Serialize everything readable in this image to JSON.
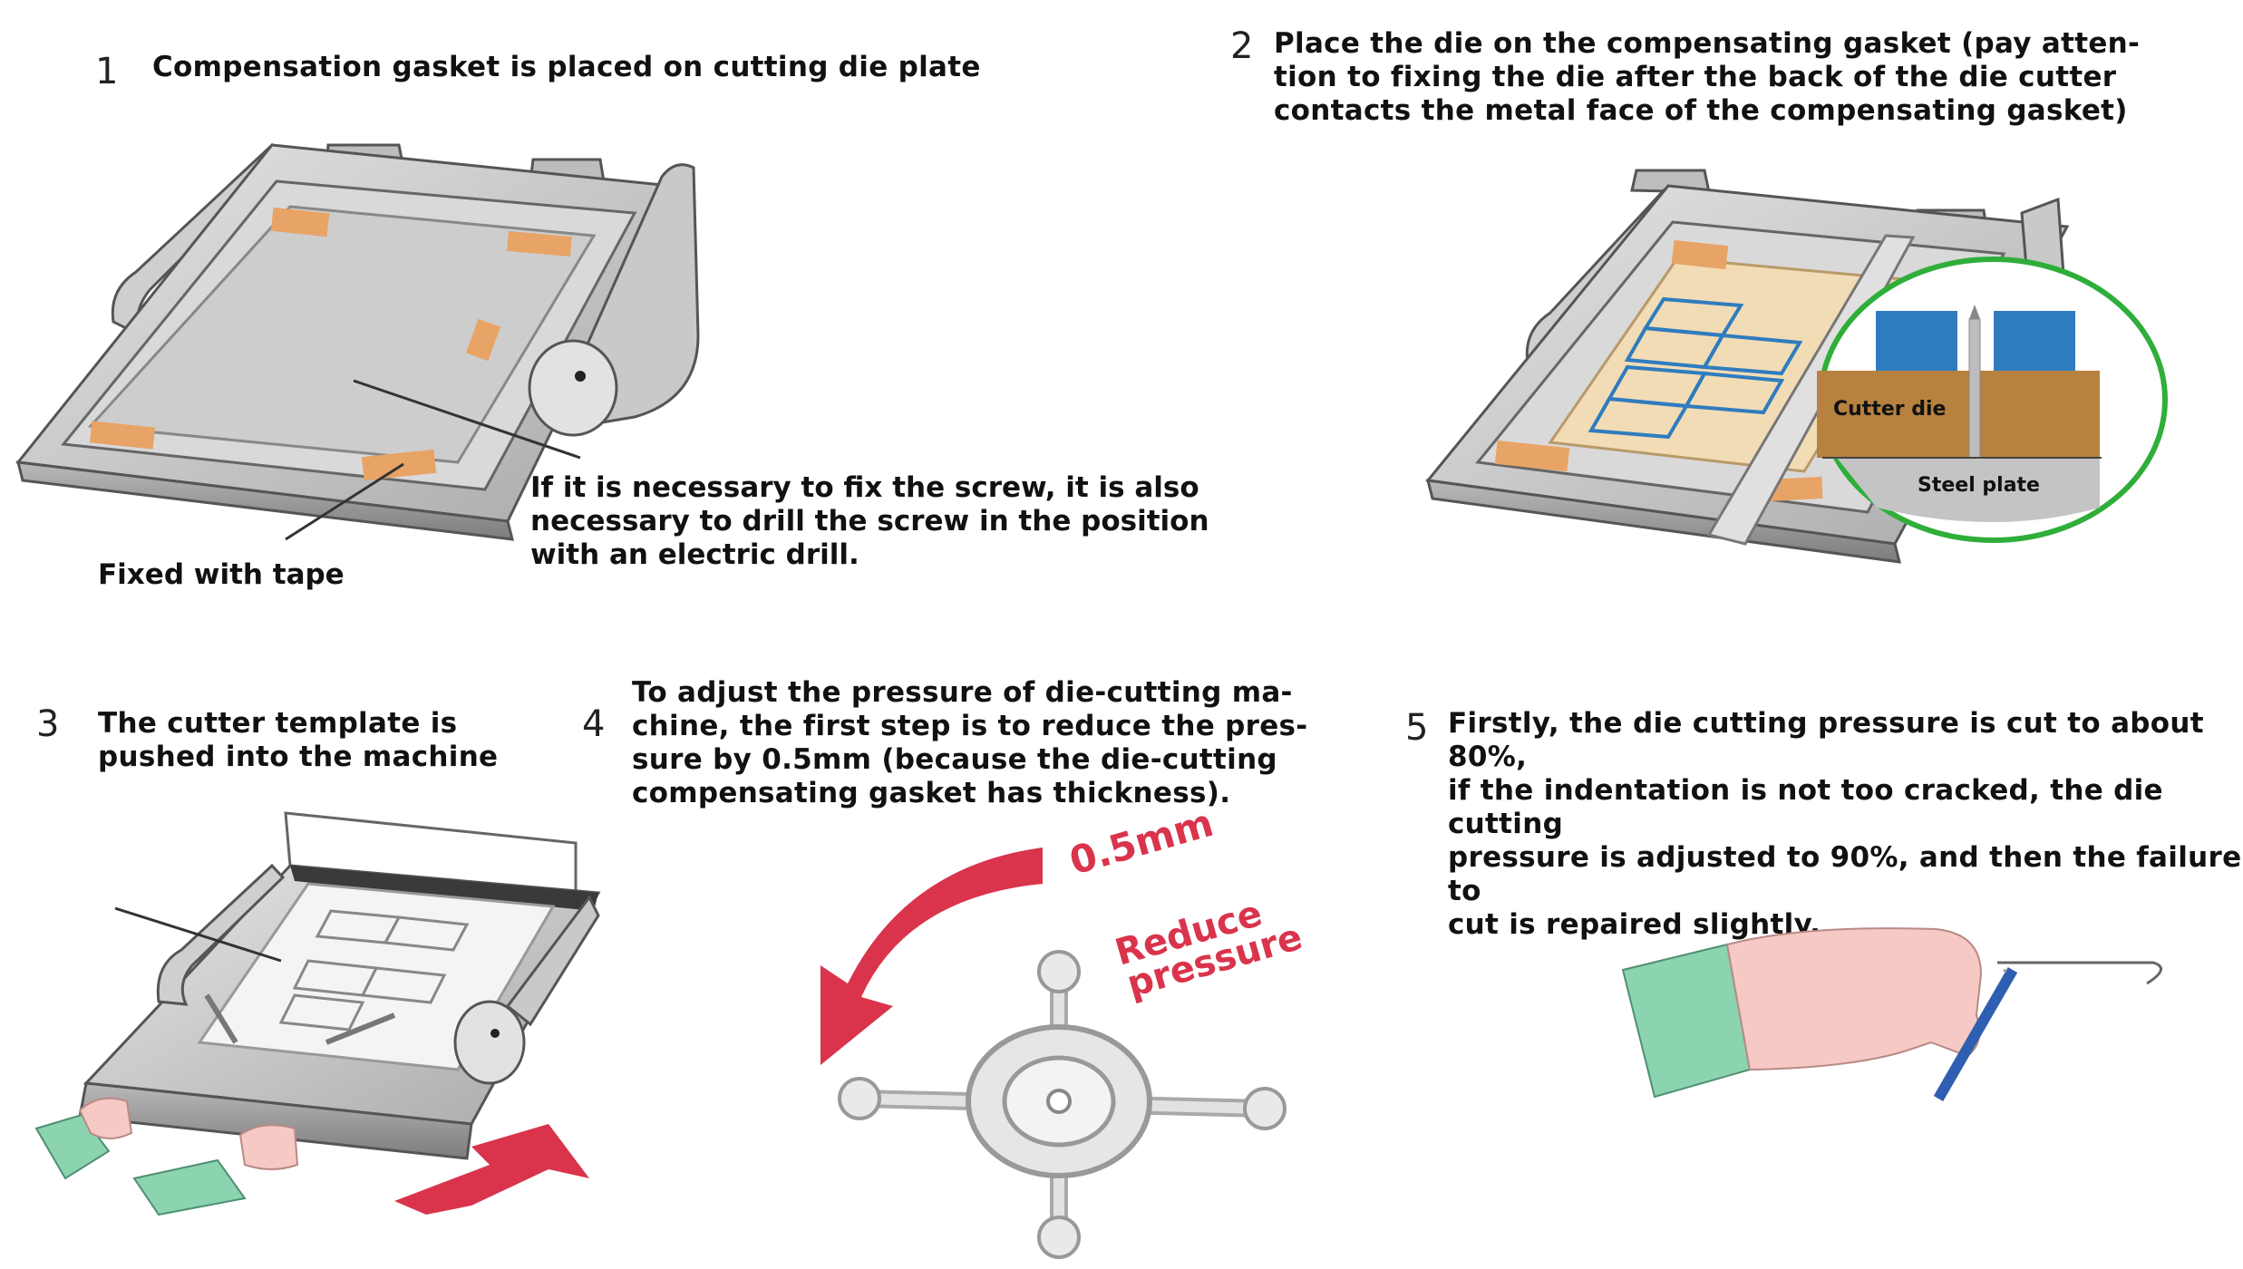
{
  "steps": [
    {
      "number": "1",
      "text": "Compensation gasket is placed on cutting die plate"
    },
    {
      "number": "2",
      "lines": [
        "Place the die on the compensating gasket (pay atten-",
        "tion to fixing the die after the back of the die cutter",
        "contacts the metal face of the compensating gasket)"
      ]
    },
    {
      "number": "3",
      "lines": [
        "The cutter template is",
        "pushed into the machine"
      ]
    },
    {
      "number": "4",
      "lines": [
        "To adjust the pressure of die-cutting ma-",
        "chine, the first step is to reduce the pres-",
        "sure by 0.5mm (because the die-cutting",
        "compensating gasket has thickness)."
      ]
    },
    {
      "number": "5",
      "lines": [
        "Firstly, the die cutting pressure is cut to about 80%,",
        "if the indentation is not too cracked, the die cutting",
        "pressure is adjusted to 90%, and then the failure to",
        "cut is repaired slightly."
      ]
    }
  ],
  "callouts": {
    "tape": "Fixed with tape",
    "screw": [
      "If it is necessary to fix the screw, it is also",
      "necessary to drill the screw in the position",
      "with an electric drill."
    ]
  },
  "inset": {
    "cutter_die": "Cutter die",
    "steel_plate": "Steel plate"
  },
  "pressure": {
    "amount": "0.5mm",
    "label_line1": "Reduce",
    "label_line2": "pressure"
  },
  "colors": {
    "tape": "#e8a366",
    "metal": "#c9c9c9",
    "die_board": "#f1dcb5",
    "die_blue": "#2f7bbf",
    "inset_ring": "#2fae3a",
    "cutter_die": "#b7813f",
    "arrow_red": "#d9344c",
    "sleeve_green": "#8cd3b0",
    "skin": "#f7c9c4"
  }
}
